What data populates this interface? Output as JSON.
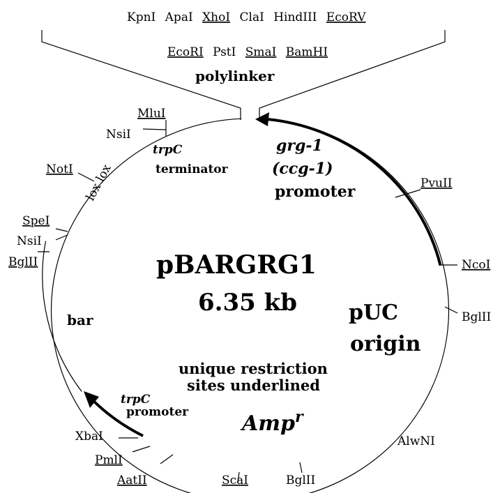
{
  "plasmid": {
    "name": "pBARGRG1",
    "size": "6.35 kb"
  },
  "mcs": {
    "top_row": [
      {
        "label": "KpnI",
        "underlined": false
      },
      {
        "label": "ApaI",
        "underlined": false
      },
      {
        "label": "XhoI",
        "underlined": true
      },
      {
        "label": "ClaI",
        "underlined": false
      },
      {
        "label": "HindIII",
        "underlined": false
      },
      {
        "label": "EcoRV",
        "underlined": true
      }
    ],
    "bottom_row": [
      {
        "label": "EcoRI",
        "underlined": true
      },
      {
        "label": "PstI",
        "underlined": false
      },
      {
        "label": "SmaI",
        "underlined": true
      },
      {
        "label": "BamHI",
        "underlined": true
      }
    ],
    "title": "polylinker"
  },
  "sites": {
    "mlui": "MluI",
    "nsi1": "NsiI",
    "noti": "NotI",
    "spei": "SpeI",
    "nsi2": "NsiI",
    "bglii_left": "BglII",
    "xbai": "XbaI",
    "pmli": "PmlI",
    "aatii": "AatII",
    "scai": "ScaI",
    "bglii_bottom": "BglII",
    "alwni": "AlwNI",
    "bglii_right": "BglII",
    "ncoi": "NcoI",
    "pvuii": "PvuII"
  },
  "features": {
    "trpc_term_1": "trpC",
    "trpc_term_2": "terminator",
    "lox": "lox lox",
    "grg_1": "grg-1",
    "grg_2": "(ccg-1)",
    "grg_3": "promoter",
    "bar": "bar",
    "puc_1": "pUC",
    "puc_2": "origin",
    "unique_1": "unique restriction",
    "unique_2": "sites underlined",
    "trpc_prom_1": "trpC",
    "trpc_prom_2": "promoter",
    "amp": "Amp",
    "amp_sup": "r"
  }
}
